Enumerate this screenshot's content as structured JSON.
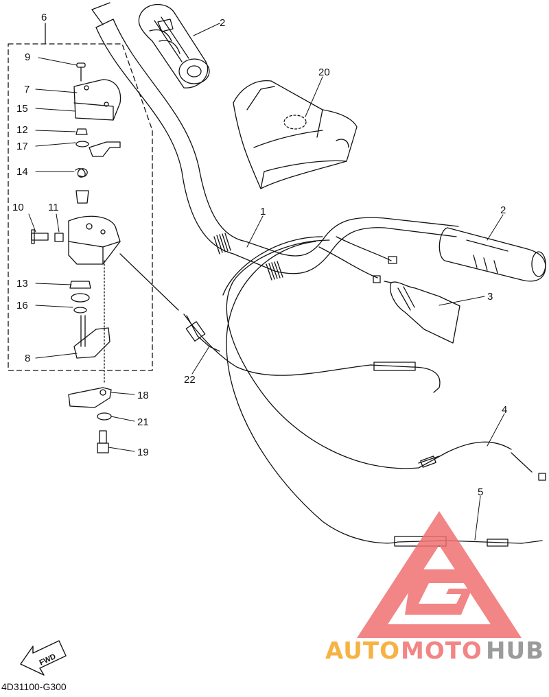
{
  "diagram": {
    "callouts": [
      {
        "id": "c1",
        "text": "1"
      },
      {
        "id": "c2a",
        "text": "2"
      },
      {
        "id": "c2b",
        "text": "2"
      },
      {
        "id": "c3",
        "text": "3"
      },
      {
        "id": "c4",
        "text": "4"
      },
      {
        "id": "c5",
        "text": "5"
      },
      {
        "id": "c6",
        "text": "6"
      },
      {
        "id": "c7",
        "text": "7"
      },
      {
        "id": "c8",
        "text": "8"
      },
      {
        "id": "c9",
        "text": "9"
      },
      {
        "id": "c10",
        "text": "10"
      },
      {
        "id": "c11",
        "text": "11"
      },
      {
        "id": "c12",
        "text": "12"
      },
      {
        "id": "c13",
        "text": "13"
      },
      {
        "id": "c14",
        "text": "14"
      },
      {
        "id": "c15",
        "text": "15"
      },
      {
        "id": "c16",
        "text": "16"
      },
      {
        "id": "c17",
        "text": "17"
      },
      {
        "id": "c18",
        "text": "18"
      },
      {
        "id": "c19",
        "text": "19"
      },
      {
        "id": "c20",
        "text": "20"
      },
      {
        "id": "c21",
        "text": "21"
      },
      {
        "id": "c22",
        "text": "22"
      }
    ],
    "fwd_label": "FWD",
    "drawing_code": "4D31100-G300"
  },
  "watermark": {
    "part1": "AUTO",
    "part2": "MOTO",
    "part3": "HUB",
    "color_orange": "#f5a623",
    "color_red": "#f07070",
    "color_gray": "#8a8a8a"
  }
}
